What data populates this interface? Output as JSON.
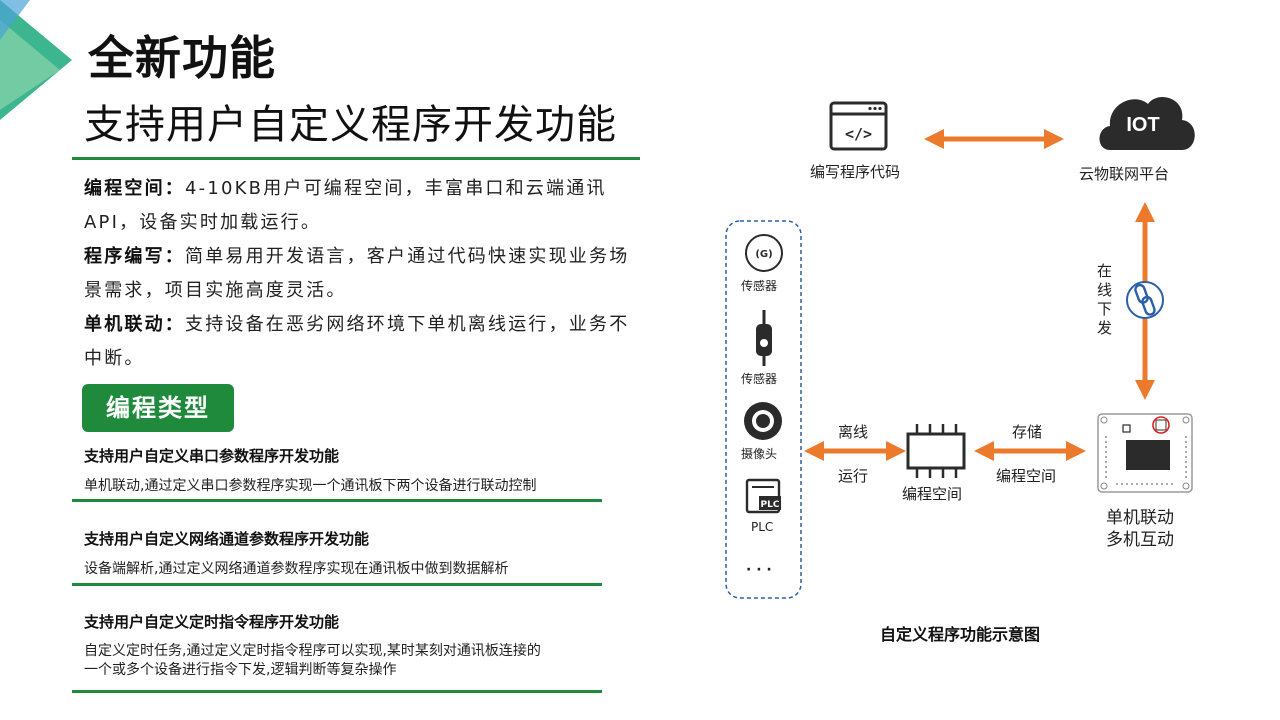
{
  "header": {
    "title": "全新功能",
    "subtitle": "支持用户自定义程序开发功能"
  },
  "features": [
    {
      "label": "编程空间：",
      "text": "4-10KB用户可编程空间，丰富串口和云端通讯API，设备实时加载运行。"
    },
    {
      "label": "程序编写：",
      "text": "简单易用开发语言，客户通过代码快速实现业务场景需求，项目实施高度灵活。"
    },
    {
      "label": "单机联动：",
      "text": "支持设备在恶劣网络环境下单机离线运行，业务不中断。"
    }
  ],
  "badge": "编程类型",
  "types": [
    {
      "title": "支持用户自定义串口参数程序开发功能",
      "desc": "单机联动,通过定义串口参数程序实现一个通讯板下两个设备进行联动控制"
    },
    {
      "title": "支持用户自定义网络通道参数程序开发功能",
      "desc": "设备端解析,通过定义网络通道参数程序实现在通讯板中做到数据解析"
    },
    {
      "title": "支持用户自定义定时指令程序开发功能",
      "desc": "自定义定时任务,通过定义定时指令程序可以实现,某时某刻对通讯板连接的\n一个或多个设备进行指令下发,逻辑判断等复杂操作"
    }
  ],
  "diagram": {
    "code_label": "编写程序代码",
    "code_glyph": "</>",
    "cloud_text": "IOT",
    "cloud_label": "云物联网平台",
    "online_delivery": "在线下发",
    "devices": [
      "传感器",
      "传感器",
      "摄像头",
      "PLC"
    ],
    "device_glyphs": [
      "(G)",
      "PLC"
    ],
    "more": "· · ·",
    "offline": "离线",
    "run": "运行",
    "chip_label": "编程空间",
    "storage": "存储",
    "space": "编程空间",
    "board_label_1": "单机联动",
    "board_label_2": "多机互动",
    "caption": "自定义程序功能示意图"
  },
  "colors": {
    "green": "#1f8a3c",
    "orange": "#ec7a2c",
    "blue": "#2b5fa8",
    "dark": "#2b2b2b"
  }
}
